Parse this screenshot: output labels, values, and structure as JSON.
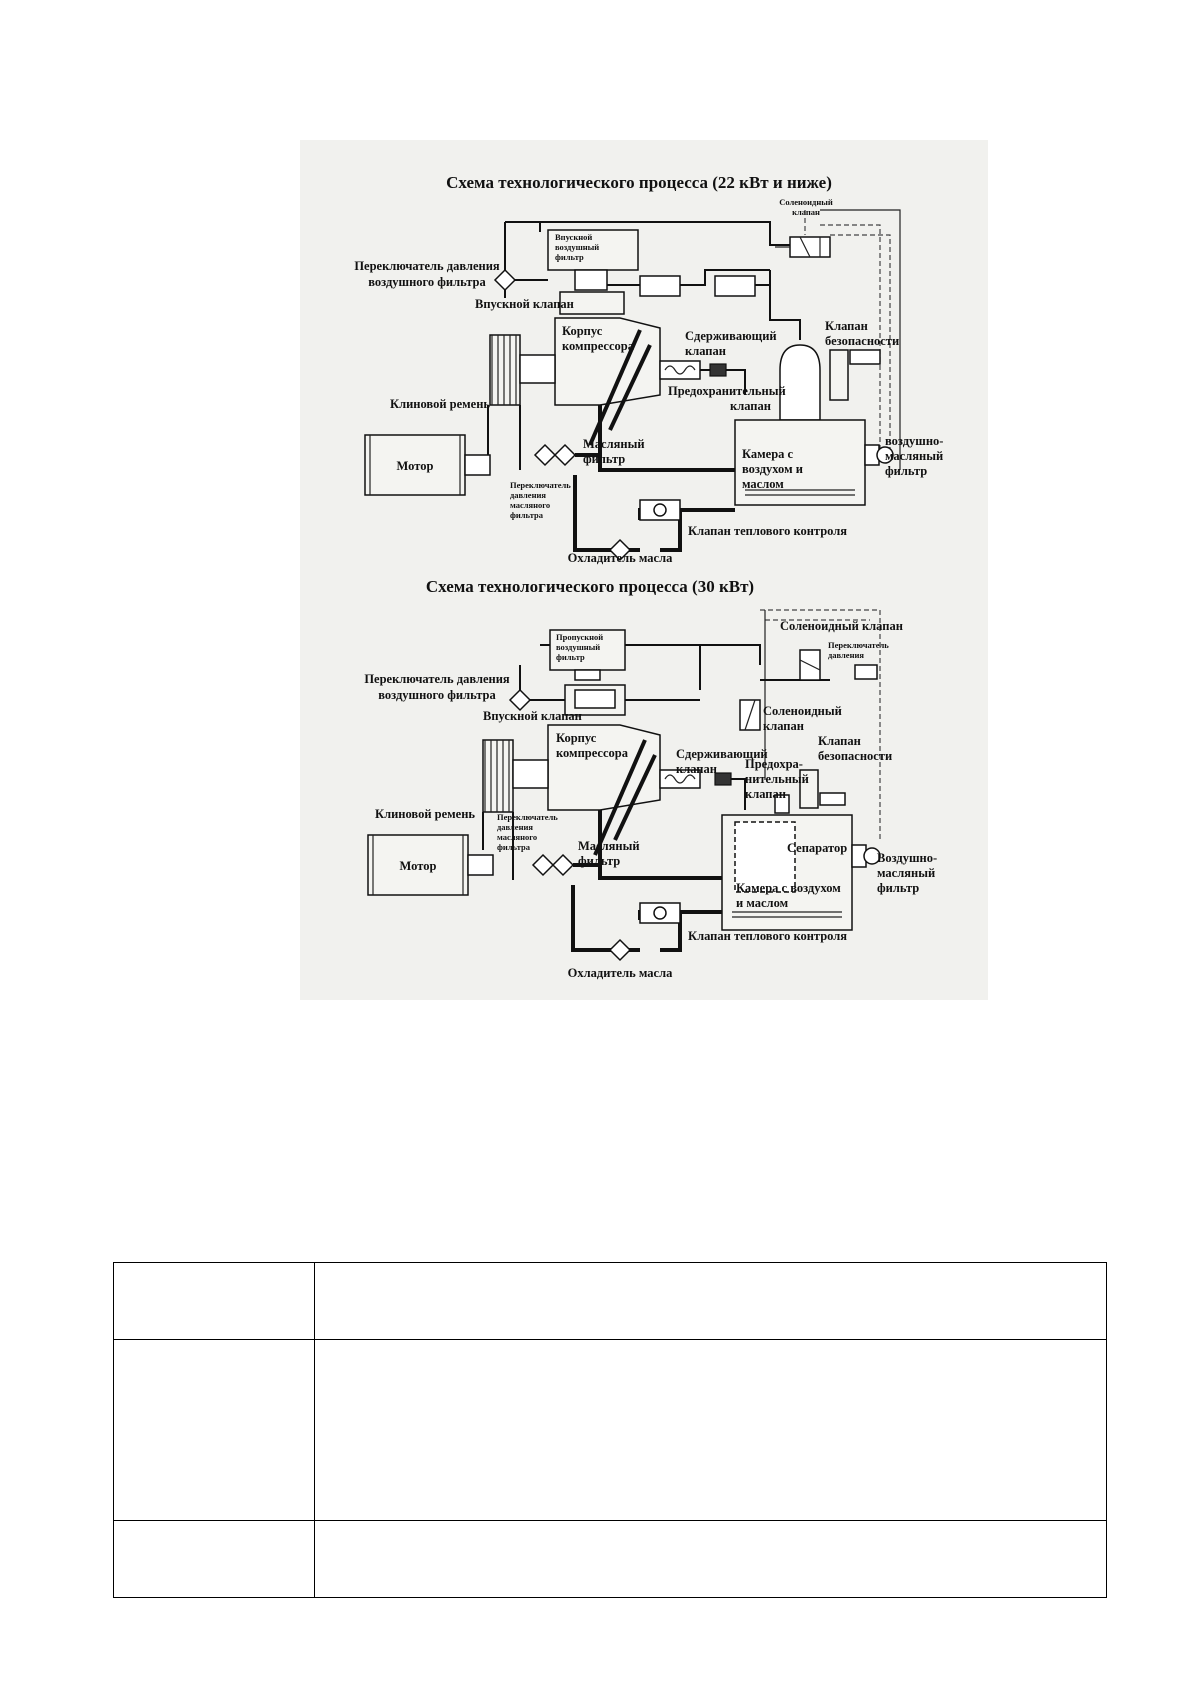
{
  "diagram_22": {
    "title": "Схема технологического процесса (22 кВт и ниже)",
    "labels": {
      "solenoid_valve": [
        "Соленоидный",
        "клапан"
      ],
      "intake_air_filter": [
        "Впускной",
        "воздушный",
        "фильтр"
      ],
      "air_filter_pressure_switch": [
        "Переключатель давления",
        "воздушного фильтра"
      ],
      "intake_valve": "Впускной клапан",
      "compressor_housing": [
        "Корпус",
        "компрессора"
      ],
      "check_valve": [
        "Сдерживающий",
        "клапан"
      ],
      "safety_valve": [
        "Клапан",
        "безопасности"
      ],
      "relief_valve": [
        "Предохранительный",
        "клапан"
      ],
      "v_belt": "Клиновой ремень",
      "motor": "Мотор",
      "oil_filter": [
        "Масляный",
        "фильтр"
      ],
      "oil_filter_pressure_switch": [
        "Переключатель",
        "давления",
        "масляного",
        "фильтра"
      ],
      "air_oil_chamber": [
        "Камера с",
        "воздухом и",
        "маслом"
      ],
      "air_oil_filter": [
        "воздушно-",
        "масляный",
        "фильтр"
      ],
      "thermal_valve": "Клапан теплового контроля",
      "oil_cooler": "Охладитель масла"
    }
  },
  "diagram_30": {
    "title": "Схема технологического процесса (30 кВт)",
    "labels": {
      "solenoid_valve_top": "Соленоидный клапан",
      "pressure_switch": [
        "Переключатель",
        "давления"
      ],
      "intake_air_filter": [
        "Пропускной",
        "воздушный",
        "фильтр"
      ],
      "air_filter_pressure_switch": [
        "Переключатель давления",
        "воздушного фильтра"
      ],
      "intake_valve": "Впускной клапан",
      "solenoid_valve": [
        "Соленоидный",
        "клапан"
      ],
      "compressor_housing": [
        "Корпус",
        "компрессора"
      ],
      "check_valve": [
        "Сдерживающий",
        "клапан"
      ],
      "safety_valve": [
        "Клапан",
        "безопасности"
      ],
      "relief_valve": [
        "Предохра-",
        "нительный",
        "клапан"
      ],
      "v_belt": "Клиновой ремень",
      "oil_filter_pressure_switch": [
        "Переключатель",
        "давления",
        "масляного",
        "фильтра"
      ],
      "oil_filter": [
        "Масляный",
        "фильтр"
      ],
      "separator": "Сепаратор",
      "air_oil_filter": [
        "Воздушно-",
        "масляный",
        "фильтр"
      ],
      "motor": "Мотор",
      "air_oil_chamber": [
        "Камера с воздухом",
        "и маслом"
      ],
      "thermal_valve": "Клапан теплового контроля",
      "oil_cooler": "Охладитель масла"
    }
  },
  "table": {
    "rows": [
      {
        "label": "",
        "value": ""
      },
      {
        "label": "",
        "value": ""
      },
      {
        "label": "",
        "value": ""
      }
    ]
  }
}
